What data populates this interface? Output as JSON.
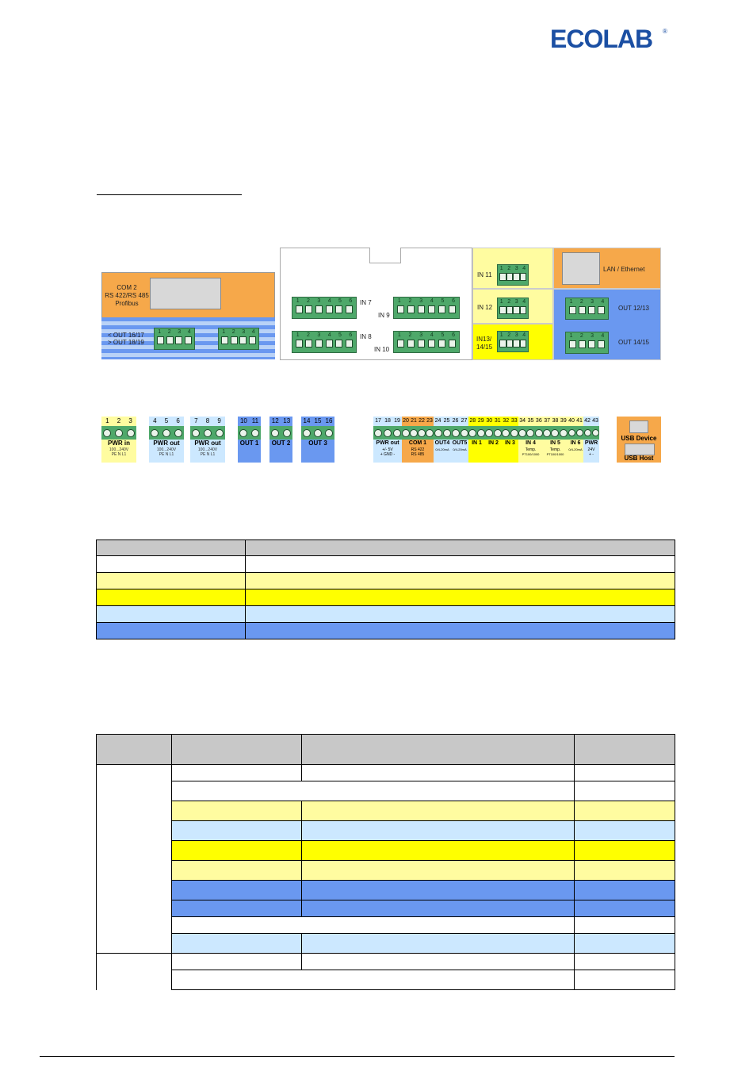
{
  "brand": {
    "name": "ECOLAB",
    "reg": "®",
    "color": "#1b4fa3"
  },
  "colors": {
    "orange": "#f6a84a",
    "light_yellow": "#fffca0",
    "yellow": "#ffff00",
    "light_blue": "#cce8ff",
    "blue": "#6a98f0",
    "grey": "#c8c8c8",
    "terminal_green": "#4ea86a"
  },
  "board": {
    "left": {
      "com2": [
        "COM 2",
        "RS 422/RS 485",
        "Profibus"
      ],
      "out1617": "< OUT 16/17",
      "out1819": "> OUT 18/19"
    },
    "middle": {
      "in7": "IN 7",
      "in8": "IN 8",
      "in9": "IN 9",
      "in10": "IN 10"
    },
    "right": {
      "in11": "IN 11",
      "in12": "IN 12",
      "in13a": "IN13/",
      "in13b": "14/15",
      "lan": "LAN / Ethernet",
      "out1213": "OUT 12/13",
      "out1415": "OUT 14/15"
    },
    "pins4": [
      "1",
      "2",
      "3",
      "4"
    ],
    "pins6": [
      "1",
      "2",
      "3",
      "4",
      "5",
      "6"
    ]
  },
  "connectors": [
    {
      "nums": [
        "1",
        "2",
        "3"
      ],
      "name": "PWR in",
      "sub1": "100...240V",
      "sub2": "PE  N  L1",
      "color": "#fffca0"
    },
    {
      "nums": [
        "4",
        "5",
        "6"
      ],
      "name": "PWR out",
      "sub1": "100...240V",
      "sub2": "PE  N  L1",
      "color": "#cce8ff"
    },
    {
      "nums": [
        "7",
        "8",
        "9"
      ],
      "name": "PWR out",
      "sub1": "100...240V",
      "sub2": "PE  N  L1",
      "color": "#cce8ff"
    },
    {
      "nums": [
        "10",
        "11"
      ],
      "name": "OUT 1",
      "sub1": "",
      "sub2": "",
      "color": "#6a98f0"
    },
    {
      "nums": [
        "12",
        "13"
      ],
      "name": "OUT 2",
      "sub1": "",
      "sub2": "",
      "color": "#6a98f0"
    },
    {
      "nums": [
        "14",
        "15",
        "16"
      ],
      "name": "OUT 3",
      "sub1": "",
      "sub2": "",
      "color": "#6a98f0"
    }
  ],
  "connectors_right": [
    {
      "nums": [
        "17",
        "18",
        "19"
      ],
      "name": "PWR out",
      "sub1": "+/- 5V",
      "sub2": "+ GND -",
      "color": "#cce8ff"
    },
    {
      "nums": [
        "20",
        "21",
        "22",
        "23"
      ],
      "name": "COM 1",
      "sub1": "RS 422",
      "sub2": "RS 485",
      "color": "#f6a84a"
    },
    {
      "nums": [
        "24",
        "25"
      ],
      "name": "OUT4",
      "sub1": "0/4-20mA",
      "sub2": "",
      "color": "#cce8ff"
    },
    {
      "nums": [
        "26",
        "27"
      ],
      "name": "OUT5",
      "sub1": "0/4-20mA",
      "sub2": "",
      "color": "#cce8ff"
    },
    {
      "nums": [
        "28",
        "29"
      ],
      "name": "IN 1",
      "sub1": "",
      "sub2": "",
      "color": "#ffff00"
    },
    {
      "nums": [
        "30",
        "31"
      ],
      "name": "IN 2",
      "sub1": "",
      "sub2": "",
      "color": "#ffff00"
    },
    {
      "nums": [
        "32",
        "33"
      ],
      "name": "IN 3",
      "sub1": "",
      "sub2": "",
      "color": "#ffff00"
    },
    {
      "nums": [
        "34",
        "35",
        "36"
      ],
      "name": "IN 4",
      "sub1": "Temp.",
      "sub2": "PT100/1000",
      "color": "#fffca0"
    },
    {
      "nums": [
        "37",
        "38",
        "39"
      ],
      "name": "IN 5",
      "sub1": "Temp.",
      "sub2": "PT100/1000",
      "color": "#fffca0"
    },
    {
      "nums": [
        "40",
        "41"
      ],
      "name": "IN 6",
      "sub1": "0/4-20mA",
      "sub2": "",
      "color": "#fffca0"
    },
    {
      "nums": [
        "42",
        "43"
      ],
      "name": "PWR",
      "sub1": "24V",
      "sub2": "+ -",
      "color": "#cce8ff"
    }
  ],
  "usb": {
    "device": "USB Device",
    "host": "USB Host"
  }
}
